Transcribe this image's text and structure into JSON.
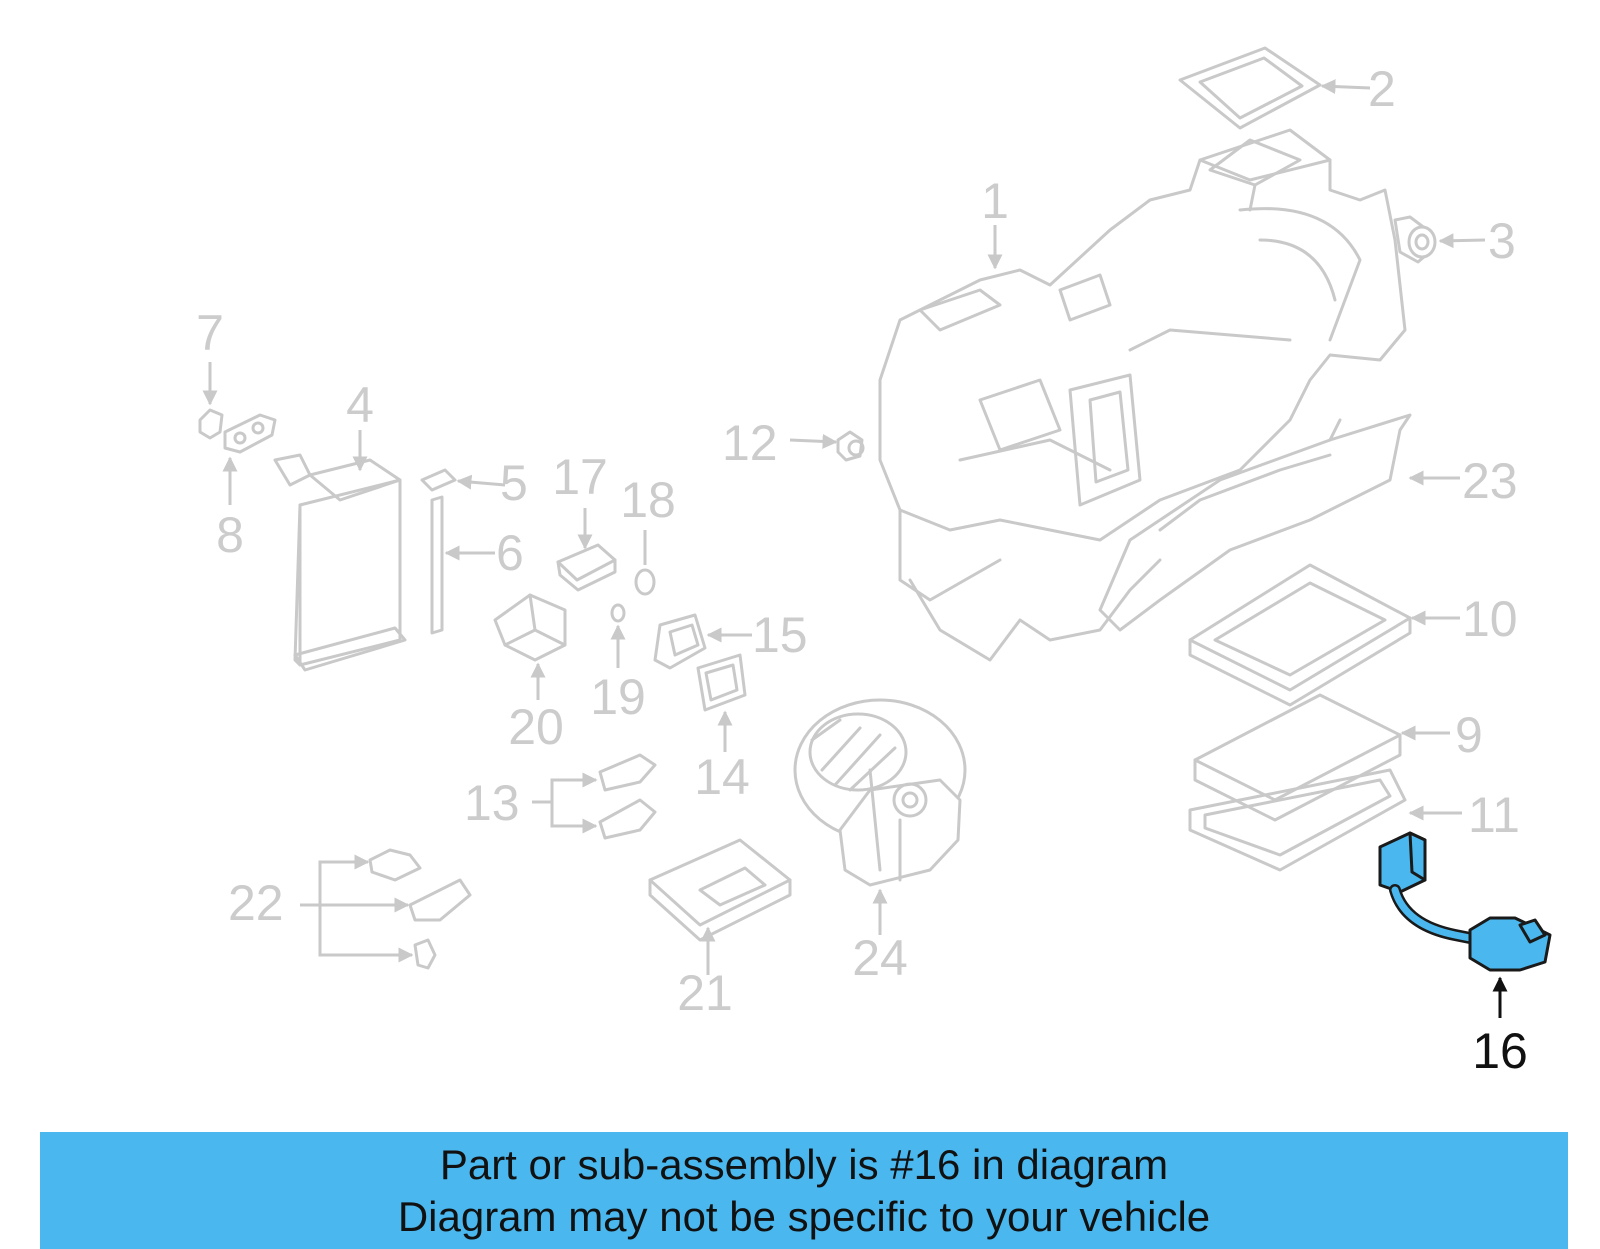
{
  "callouts": {
    "c1": "1",
    "c2": "2",
    "c3": "3",
    "c4": "4",
    "c5": "5",
    "c6": "6",
    "c7": "7",
    "c8": "8",
    "c9": "9",
    "c10": "10",
    "c11": "11",
    "c12": "12",
    "c13": "13",
    "c14": "14",
    "c15": "15",
    "c16": "16",
    "c17": "17",
    "c18": "18",
    "c19": "19",
    "c20": "20",
    "c21": "21",
    "c22": "22",
    "c23": "23",
    "c24": "24"
  },
  "highlighted_part": "16",
  "colors": {
    "highlight_fill": "#4ab8ee",
    "part_outline": "#c9c9c9",
    "callout_text": "#cccccc",
    "highlight_text": "#111111"
  },
  "banner": {
    "line1": "Part or sub-assembly is #16 in diagram",
    "line2": "Diagram may not be specific to your vehicle"
  }
}
